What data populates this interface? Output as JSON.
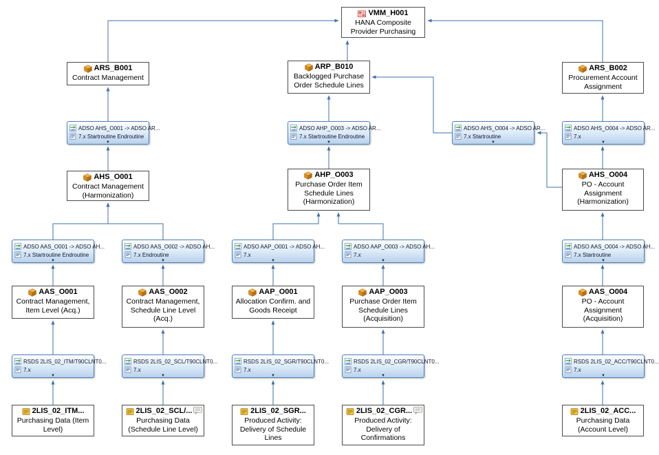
{
  "ui": {
    "expand_caret": "▼"
  },
  "colors": {
    "connector": "#3f6fae",
    "entity_border": "#4a4a4a",
    "transform_border": "#4f81bd"
  },
  "entities": {
    "vmm_h001": {
      "title": "VMM_H001",
      "text": "HANA Composite Provider Purchasing",
      "icon": "composite-provider-icon"
    },
    "ars_b001": {
      "title": "ARS_B001",
      "text": "Contract Management",
      "icon": "adso-cube-icon"
    },
    "arp_b010": {
      "title": "ARP_B010",
      "text": "Backlogged Purchase Order Schedule Lines",
      "icon": "adso-cube-icon"
    },
    "ars_b002": {
      "title": "ARS_B002",
      "text": "Procurement Account Assignment",
      "icon": "adso-cube-icon"
    },
    "ahs_o001": {
      "title": "AHS_O001",
      "text": "Contract Management (Harmonization)",
      "icon": "adso-cube-icon"
    },
    "ahp_o003": {
      "title": "AHP_O003",
      "text": "Purchase Order Item Schedule Lines (Harmonization)",
      "icon": "adso-cube-icon"
    },
    "ahs_o004": {
      "title": "AHS_O004",
      "text": "PO - Account Assignment (Harmonization)",
      "icon": "adso-cube-icon"
    },
    "aas_o001": {
      "title": "AAS_O001",
      "text": "Contract Management, Item Level (Acq.)",
      "icon": "adso-cube-icon"
    },
    "aas_o002": {
      "title": "AAS_O002",
      "text": "Contract Management, Schedule Line Level (Acq.)",
      "icon": "adso-cube-icon"
    },
    "aap_o001": {
      "title": "AAP_O001",
      "text": "Allocation Confirm. and Goods Receipt",
      "icon": "adso-cube-icon"
    },
    "aap_o003": {
      "title": "AAP_O003",
      "text": "Purchase Order Item Schedule Lines (Acquisition)",
      "icon": "adso-cube-icon"
    },
    "aas_o004": {
      "title": "AAS_O004",
      "text": "PO - Account Assignment (Acquisition)",
      "icon": "adso-cube-icon"
    },
    "ds_itm": {
      "title": "2LIS_02_ITM...",
      "text": "Purchasing Data (Item Level)",
      "icon": "datasource-icon",
      "note": false
    },
    "ds_scl": {
      "title": "2LIS_02_SCL/...",
      "text": "Purchasing Data (Schedule Line Level)",
      "icon": "datasource-icon",
      "note": true
    },
    "ds_sgr": {
      "title": "2LIS_02_SGR...",
      "text": "Produced Activity: Delivery of Schedule Lines",
      "icon": "datasource-icon",
      "note": false
    },
    "ds_cgr": {
      "title": "2LIS_02_CGR...",
      "text": "Produced Activity: Delivery of Confirmations",
      "icon": "datasource-icon",
      "note": true
    },
    "ds_acc": {
      "title": "2LIS_02_ACC...",
      "text": "Purchasing Data (Account Level)",
      "icon": "datasource-icon",
      "note": false
    }
  },
  "transformations": {
    "t1": {
      "line1": "ADSO AHS_O001 -> ADSO AR...",
      "line2": "7.x Startroutine Endroutine"
    },
    "t2": {
      "line1": "ADSO AHP_O003 -> ADSO AR...",
      "line2": "7.x Startroutine Endroutine"
    },
    "t3": {
      "line1": "ADSO AHS_O004 -> ADSO AR...",
      "line2": "7.x Startroutine"
    },
    "t4": {
      "line1": "ADSO AHS_O004 -> ADSO AR...",
      "line2": "7.x"
    },
    "t5": {
      "line1": "ADSO AAS_O001 -> ADSO AH...",
      "line2": "7.x Startroutine Endroutine"
    },
    "t6": {
      "line1": "ADSO AAS_O002 -> ADSO AH...",
      "line2": "7.x Endroutine"
    },
    "t7": {
      "line1": "ADSO AAP_O001 -> ADSO AH...",
      "line2": "7.x"
    },
    "t8": {
      "line1": "ADSO AAP_O003 -> ADSO AH...",
      "line2": "7.x"
    },
    "t9": {
      "line1": "ADSO AAS_O004 -> ADSO AH...",
      "line2": "7.x Startroutine"
    },
    "t10": {
      "line1": "RSDS 2LIS_02_ITM/T90CLNT0...",
      "line2": "7.x"
    },
    "t11": {
      "line1": "RSDS 2LIS_02_SCL/T90CLNT0...",
      "line2": "7.x"
    },
    "t12": {
      "line1": "RSDS 2LIS_02_SGR/T90CLNT0...",
      "line2": "7.x"
    },
    "t13": {
      "line1": "RSDS 2LIS_02_CGR/T90CLNT0...",
      "line2": "7.x"
    },
    "t14": {
      "line1": "RSDS 2LIS_02_ACC/T90CLNT0...",
      "line2": "7.x"
    }
  }
}
